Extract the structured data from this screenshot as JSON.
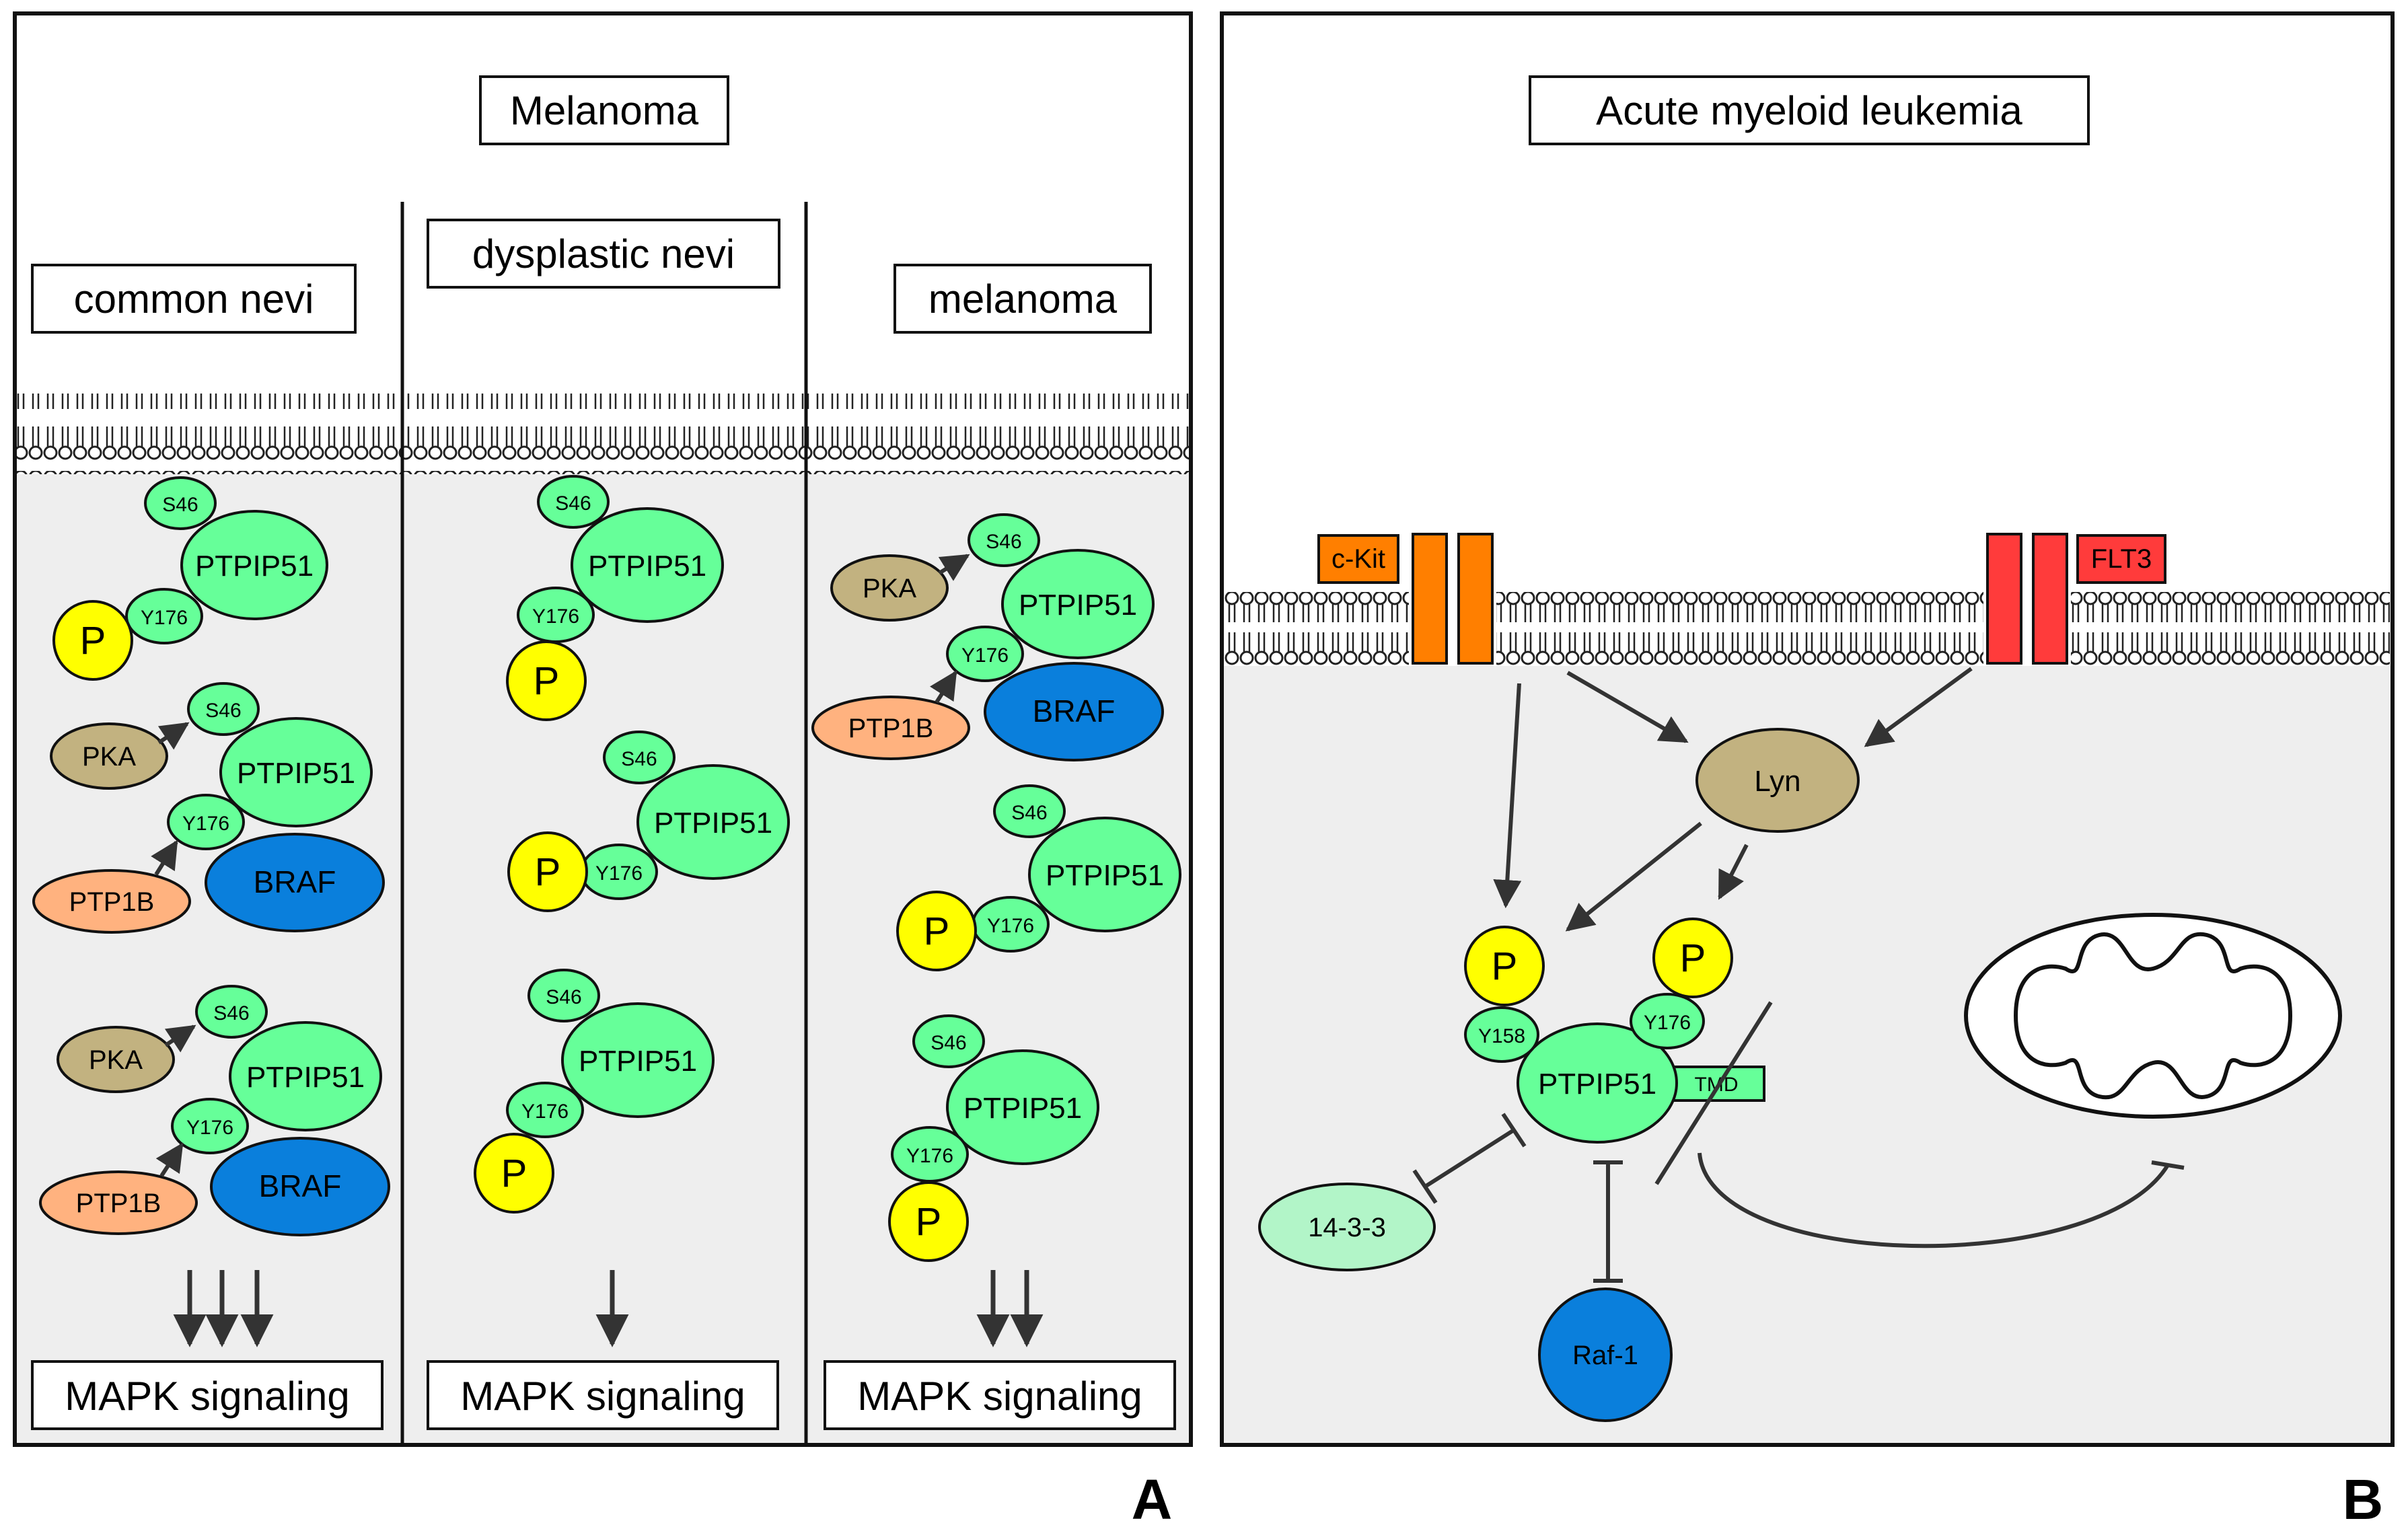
{
  "panelA": {
    "title": "Melanoma",
    "letter": "A",
    "common": {
      "label": "common nevi",
      "mapk": "MAPK signaling",
      "p": "P",
      "s46": "S46",
      "y176": "Y176",
      "ptpip51": "PTPIP51",
      "pka": "PKA",
      "ptp1b": "PTP1B",
      "braf": "BRAF"
    },
    "dysplastic": {
      "label": "dysplastic nevi",
      "mapk": "MAPK signaling",
      "p": "P",
      "s46": "S46",
      "y176": "Y176",
      "ptpip51": "PTPIP51"
    },
    "melanoma": {
      "label": "melanoma",
      "mapk": "MAPK signaling",
      "p": "P",
      "s46": "S46",
      "y176": "Y176",
      "ptpip51": "PTPIP51",
      "pka": "PKA",
      "ptp1b": "PTP1B",
      "braf": "BRAF"
    }
  },
  "panelB": {
    "title": "Acute myeloid leukemia",
    "letter": "B",
    "ckit": "c-Kit",
    "flt3": "FLT3",
    "lyn": "Lyn",
    "p": "P",
    "y158": "Y158",
    "y176": "Y176",
    "ptpip51": "PTPIP51",
    "tmd": "TMD",
    "protein1433": "14-3-3",
    "raf1": "Raf-1"
  },
  "colors": {
    "ptpip51": "#66ff99",
    "phospho": "#ffff00",
    "pka": "#c2b280",
    "ptp1b": "#ffb27f",
    "braf": "#0a7fdc",
    "ckit": "#ff7f00",
    "flt3": "#ff3b3b",
    "lyn": "#c2b280",
    "raf1": "#0a7fdc",
    "protein1433": "#b2f5c8",
    "cytoplasm": "#eeeeee",
    "line": "#333333"
  }
}
